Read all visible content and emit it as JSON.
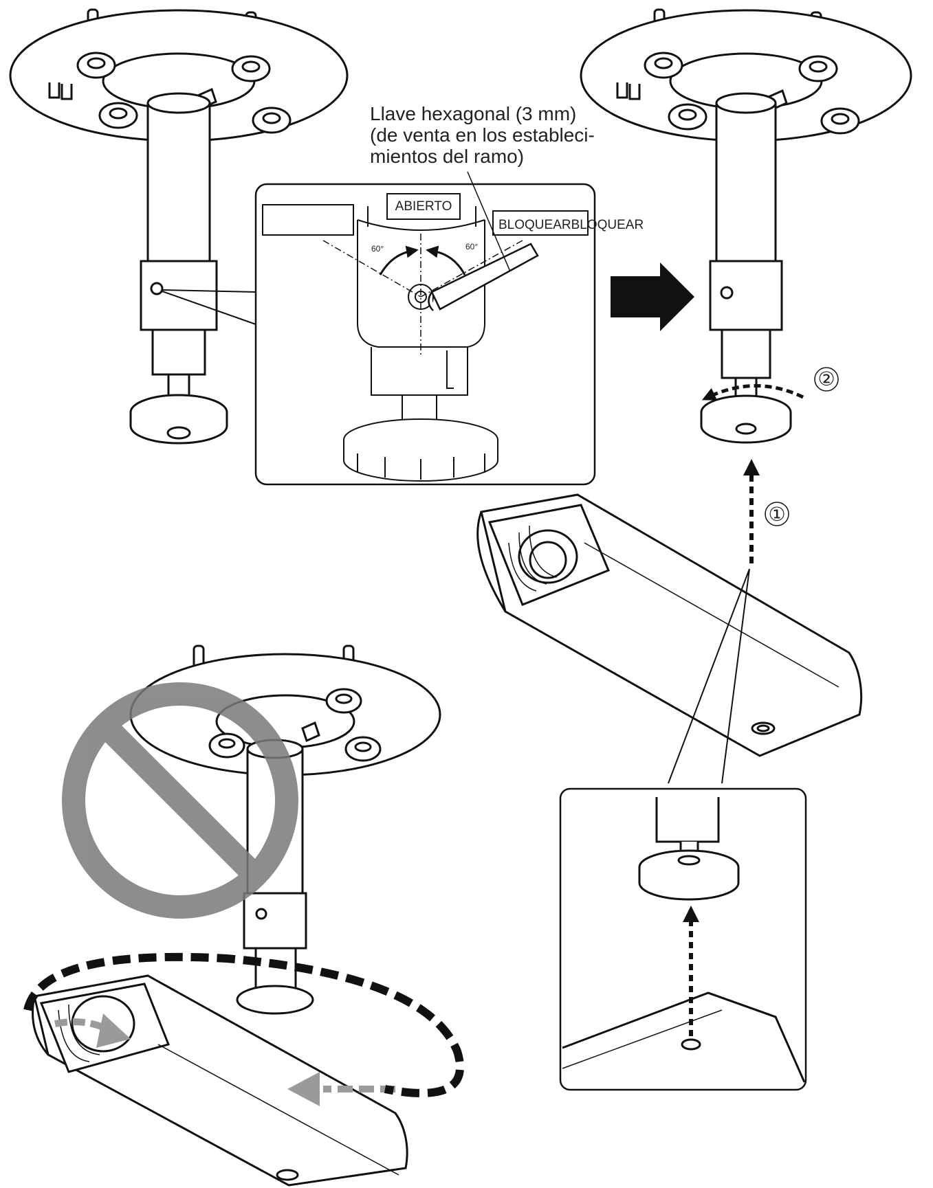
{
  "callout": {
    "line1": "Llave hexagonal (3 mm)",
    "line2": "(de venta en los estableci-",
    "line3": "mientos del ramo)"
  },
  "detail_labels": {
    "left_box": "",
    "center_box": "ABIERTO",
    "right_box": "BLOQUEARBLOQUEAR",
    "angle_left": "60°",
    "angle_right": "60°"
  },
  "steps": {
    "step1": "①",
    "step2": "②"
  },
  "icons": {
    "prohibited": "prohibited-icon",
    "next_step_arrow": "arrow-right-icon"
  },
  "colors": {
    "line": "#111111",
    "prohibited_gray": "#8a8a8a",
    "arrow_gray": "#9a9a9a"
  }
}
